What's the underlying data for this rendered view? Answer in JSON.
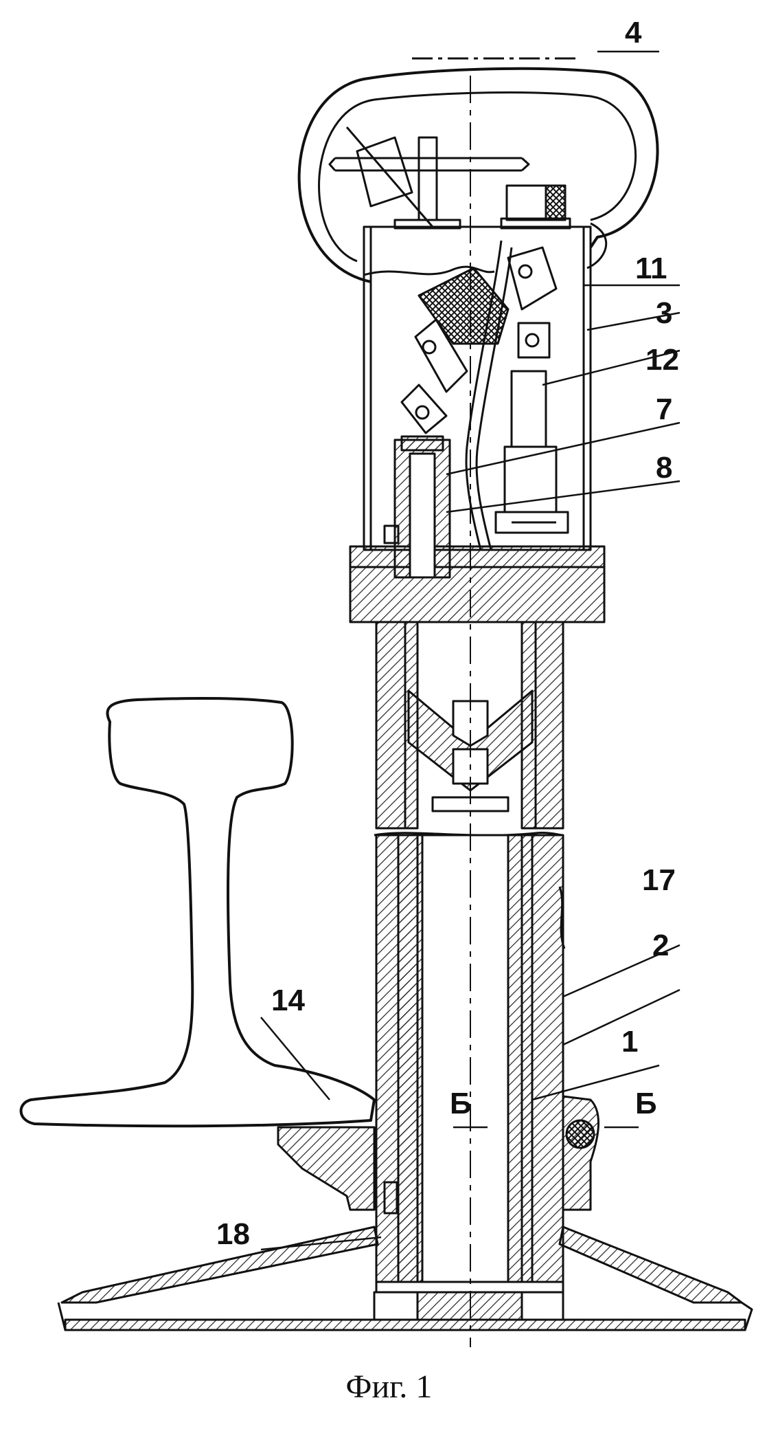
{
  "figure": {
    "caption": "Фиг. 1",
    "labels": {
      "l4": "4",
      "l11": "11",
      "l3": "3",
      "l12": "12",
      "l7": "7",
      "l8": "8",
      "l17": "17",
      "l2": "2",
      "l1": "1",
      "l14": "14",
      "l18": "18"
    },
    "section_marks": {
      "left": "Б",
      "right": "Б"
    }
  }
}
